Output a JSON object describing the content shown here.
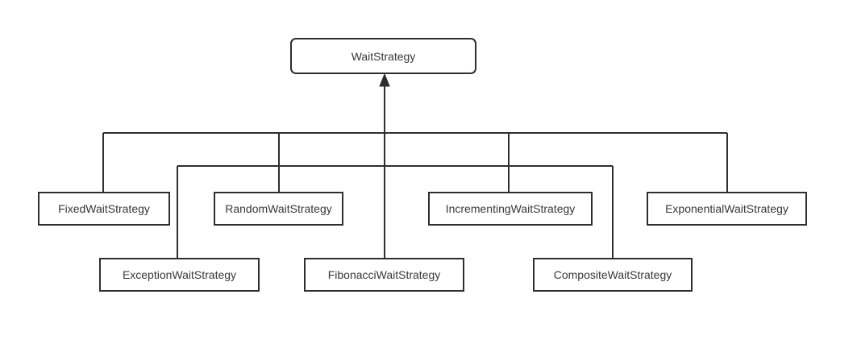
{
  "colors": {
    "background": "#ffffff",
    "line": "#2e2e2e",
    "node_border": "#2e2e2e",
    "node_fill": "#ffffff",
    "text": "#383838"
  },
  "diagram": {
    "type": "class-inheritance-hierarchy",
    "nodes": {
      "root": {
        "label": "WaitStrategy"
      },
      "fixed": {
        "label": "FixedWaitStrategy"
      },
      "random": {
        "label": "RandomWaitStrategy"
      },
      "incrementing": {
        "label": "IncrementingWaitStrategy"
      },
      "exponential": {
        "label": "ExponentialWaitStrategy"
      },
      "exception": {
        "label": "ExceptionWaitStrategy"
      },
      "fibonacci": {
        "label": "FibonacciWaitStrategy"
      },
      "composite": {
        "label": "CompositeWaitStrategy"
      }
    },
    "edges": [
      {
        "from": "FixedWaitStrategy",
        "to": "WaitStrategy",
        "style": "arrow-up"
      },
      {
        "from": "RandomWaitStrategy",
        "to": "WaitStrategy",
        "style": "arrow-up"
      },
      {
        "from": "IncrementingWaitStrategy",
        "to": "WaitStrategy",
        "style": "arrow-up"
      },
      {
        "from": "ExponentialWaitStrategy",
        "to": "WaitStrategy",
        "style": "arrow-up"
      },
      {
        "from": "ExceptionWaitStrategy",
        "to": "WaitStrategy",
        "style": "arrow-up"
      },
      {
        "from": "FibonacciWaitStrategy",
        "to": "WaitStrategy",
        "style": "arrow-up"
      },
      {
        "from": "CompositeWaitStrategy",
        "to": "WaitStrategy",
        "style": "arrow-up"
      }
    ]
  }
}
